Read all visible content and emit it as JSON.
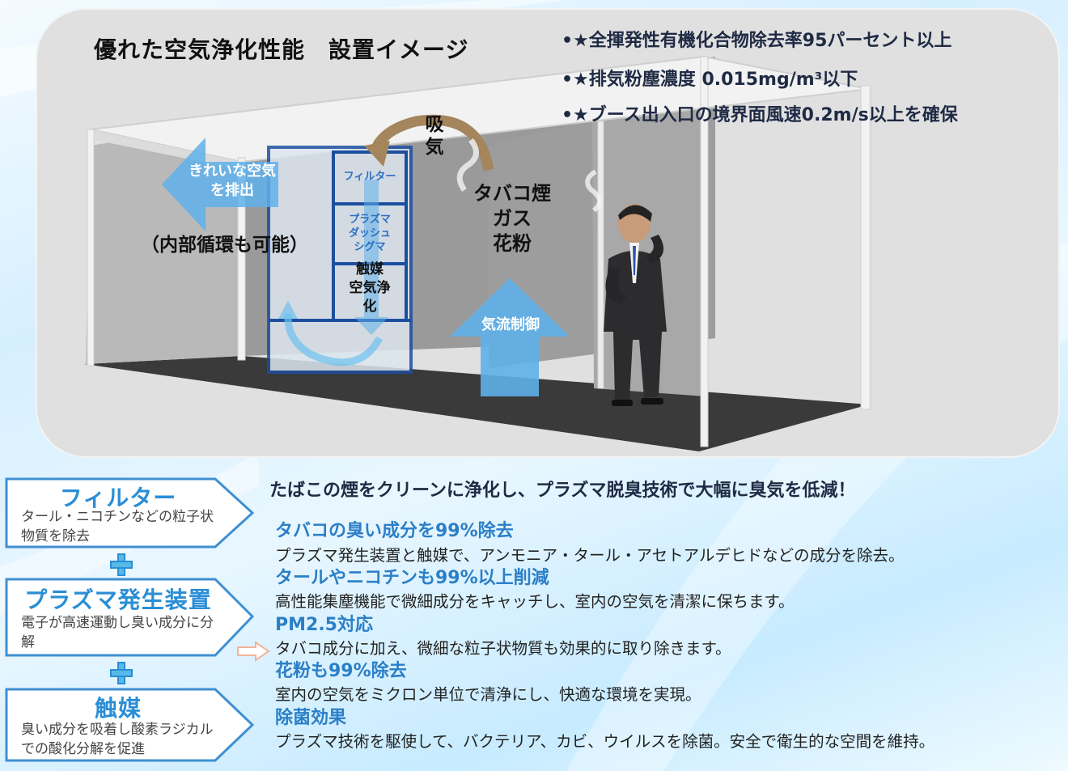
{
  "scene": {
    "title": "優れた空気浄化性能　設置イメージ",
    "specs": [
      "•★全揮発性有機化合物除去率95パーセント以上",
      "•★排気粉塵濃度 0.015mg/m³以下",
      "•★ブース出入口の境界面風速0.2m/s以上を確保"
    ],
    "inhale": "吸\n気",
    "smoke": "タバコ煙\nガス\n花粉",
    "clean_air": "きれいな空気\nを排出",
    "internal": "（内部循環も可能）",
    "airflow": "気流制御",
    "unit": {
      "filter": "フィルター",
      "plasma": "プラズマ\nダッシュ\nシグマ",
      "catalyst": "触媒\n空気浄\n化"
    }
  },
  "features": [
    {
      "title": "フィルター",
      "desc": "タール・ニコチンなどの粒子状物質を除去"
    },
    {
      "title": "プラズマ発生装置",
      "desc": "電子が高速運動し臭い成分に分解"
    },
    {
      "title": "触媒",
      "desc": "臭い成分を吸着し酸素ラジカルでの酸化分解を促進"
    }
  ],
  "headline": "たばこの煙をクリーンに浄化し、プラズマ脱臭技術で大幅に臭気を低減！",
  "benefits": [
    {
      "heading": "タバコの臭い成分を99%除去",
      "text": "プラズマ発生装置と触媒で、アンモニア・タール・アセトアルデヒドなどの成分を除去。"
    },
    {
      "heading": "タールやニコチンも99%以上削減",
      "text": "高性能集塵機能で微細成分をキャッチし、室内の空気を清潔に保ちます。"
    },
    {
      "heading": "PM2.5対応",
      "text": "タバコ成分に加え、微細な粒子状物質も効果的に取り除きます。"
    },
    {
      "heading": "花粉も99%除去",
      "text": "室内の空気をミクロン単位で清浄にし、快適な環境を実現。"
    },
    {
      "heading": "除菌効果",
      "text": "プラズマ技術を駆使して、バクテリア、カビ、ウイルスを除菌。安全で衛生的な空間を維持。"
    }
  ]
}
